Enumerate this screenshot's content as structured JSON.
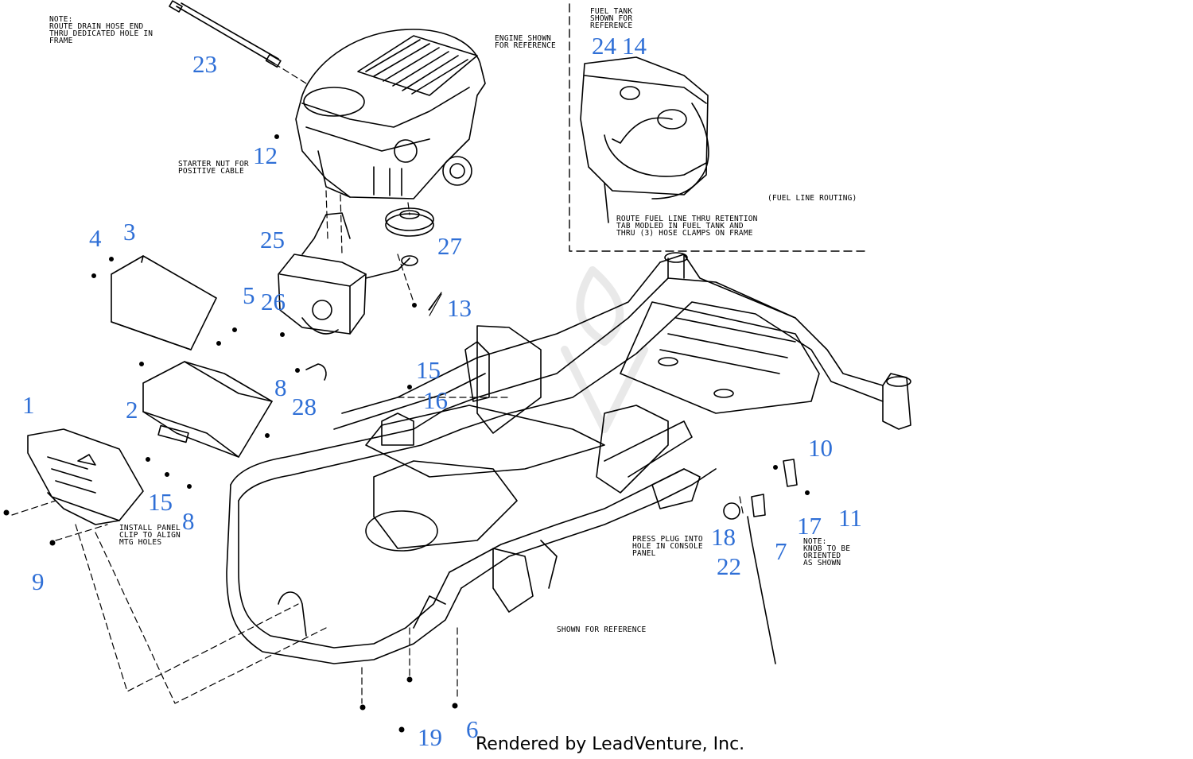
{
  "diagram": {
    "notes": {
      "drain_hose": "NOTE:\nROUTE DRAIN HOSE END\nTHRU DEDICATED HOLE IN\nFRAME",
      "engine_ref": "ENGINE SHOWN\nFOR REFERENCE",
      "fuel_tank_ref": "FUEL TANK\nSHOWN FOR\nREFERENCE",
      "fuel_line_routing": "(FUEL LINE ROUTING)",
      "route_fuel_line": "ROUTE FUEL LINE THRU RETENTION\nTAB MODLED IN FUEL TANK AND\nTHRU (3) HOSE CLAMPS ON FRAME",
      "starter_nut": "STARTER NUT FOR\nPOSITIVE CABLE",
      "install_panel": "INSTALL PANEL\nCLIP TO ALIGN\nMTG HOLES",
      "press_plug": "PRESS PLUG INTO\nHOLE IN CONSOLE\nPANEL",
      "knob_note": "NOTE:\nKNOB TO BE\nORIENTED\nAS SHOWN",
      "shown_for_reference": "SHOWN FOR REFERENCE"
    },
    "callouts": {
      "c1": "1",
      "c2": "2",
      "c3": "3",
      "c4": "4",
      "c5": "5",
      "c6": "6",
      "c7": "7",
      "c8a": "8",
      "c8b": "8",
      "c9": "9",
      "c10": "10",
      "c11": "11",
      "c12": "12",
      "c13": "13",
      "c14": "14",
      "c15a": "15",
      "c15b": "15",
      "c16": "16",
      "c17": "17",
      "c18": "18",
      "c19": "19",
      "c22": "22",
      "c23": "23",
      "c24": "24",
      "c25": "25",
      "c26": "26",
      "c27": "27",
      "c28": "28"
    },
    "footer": "Rendered by LeadVenture, Inc."
  },
  "colors": {
    "callout": "#2f6fd6",
    "line": "#000000",
    "watermark": "#e6e6e6"
  }
}
